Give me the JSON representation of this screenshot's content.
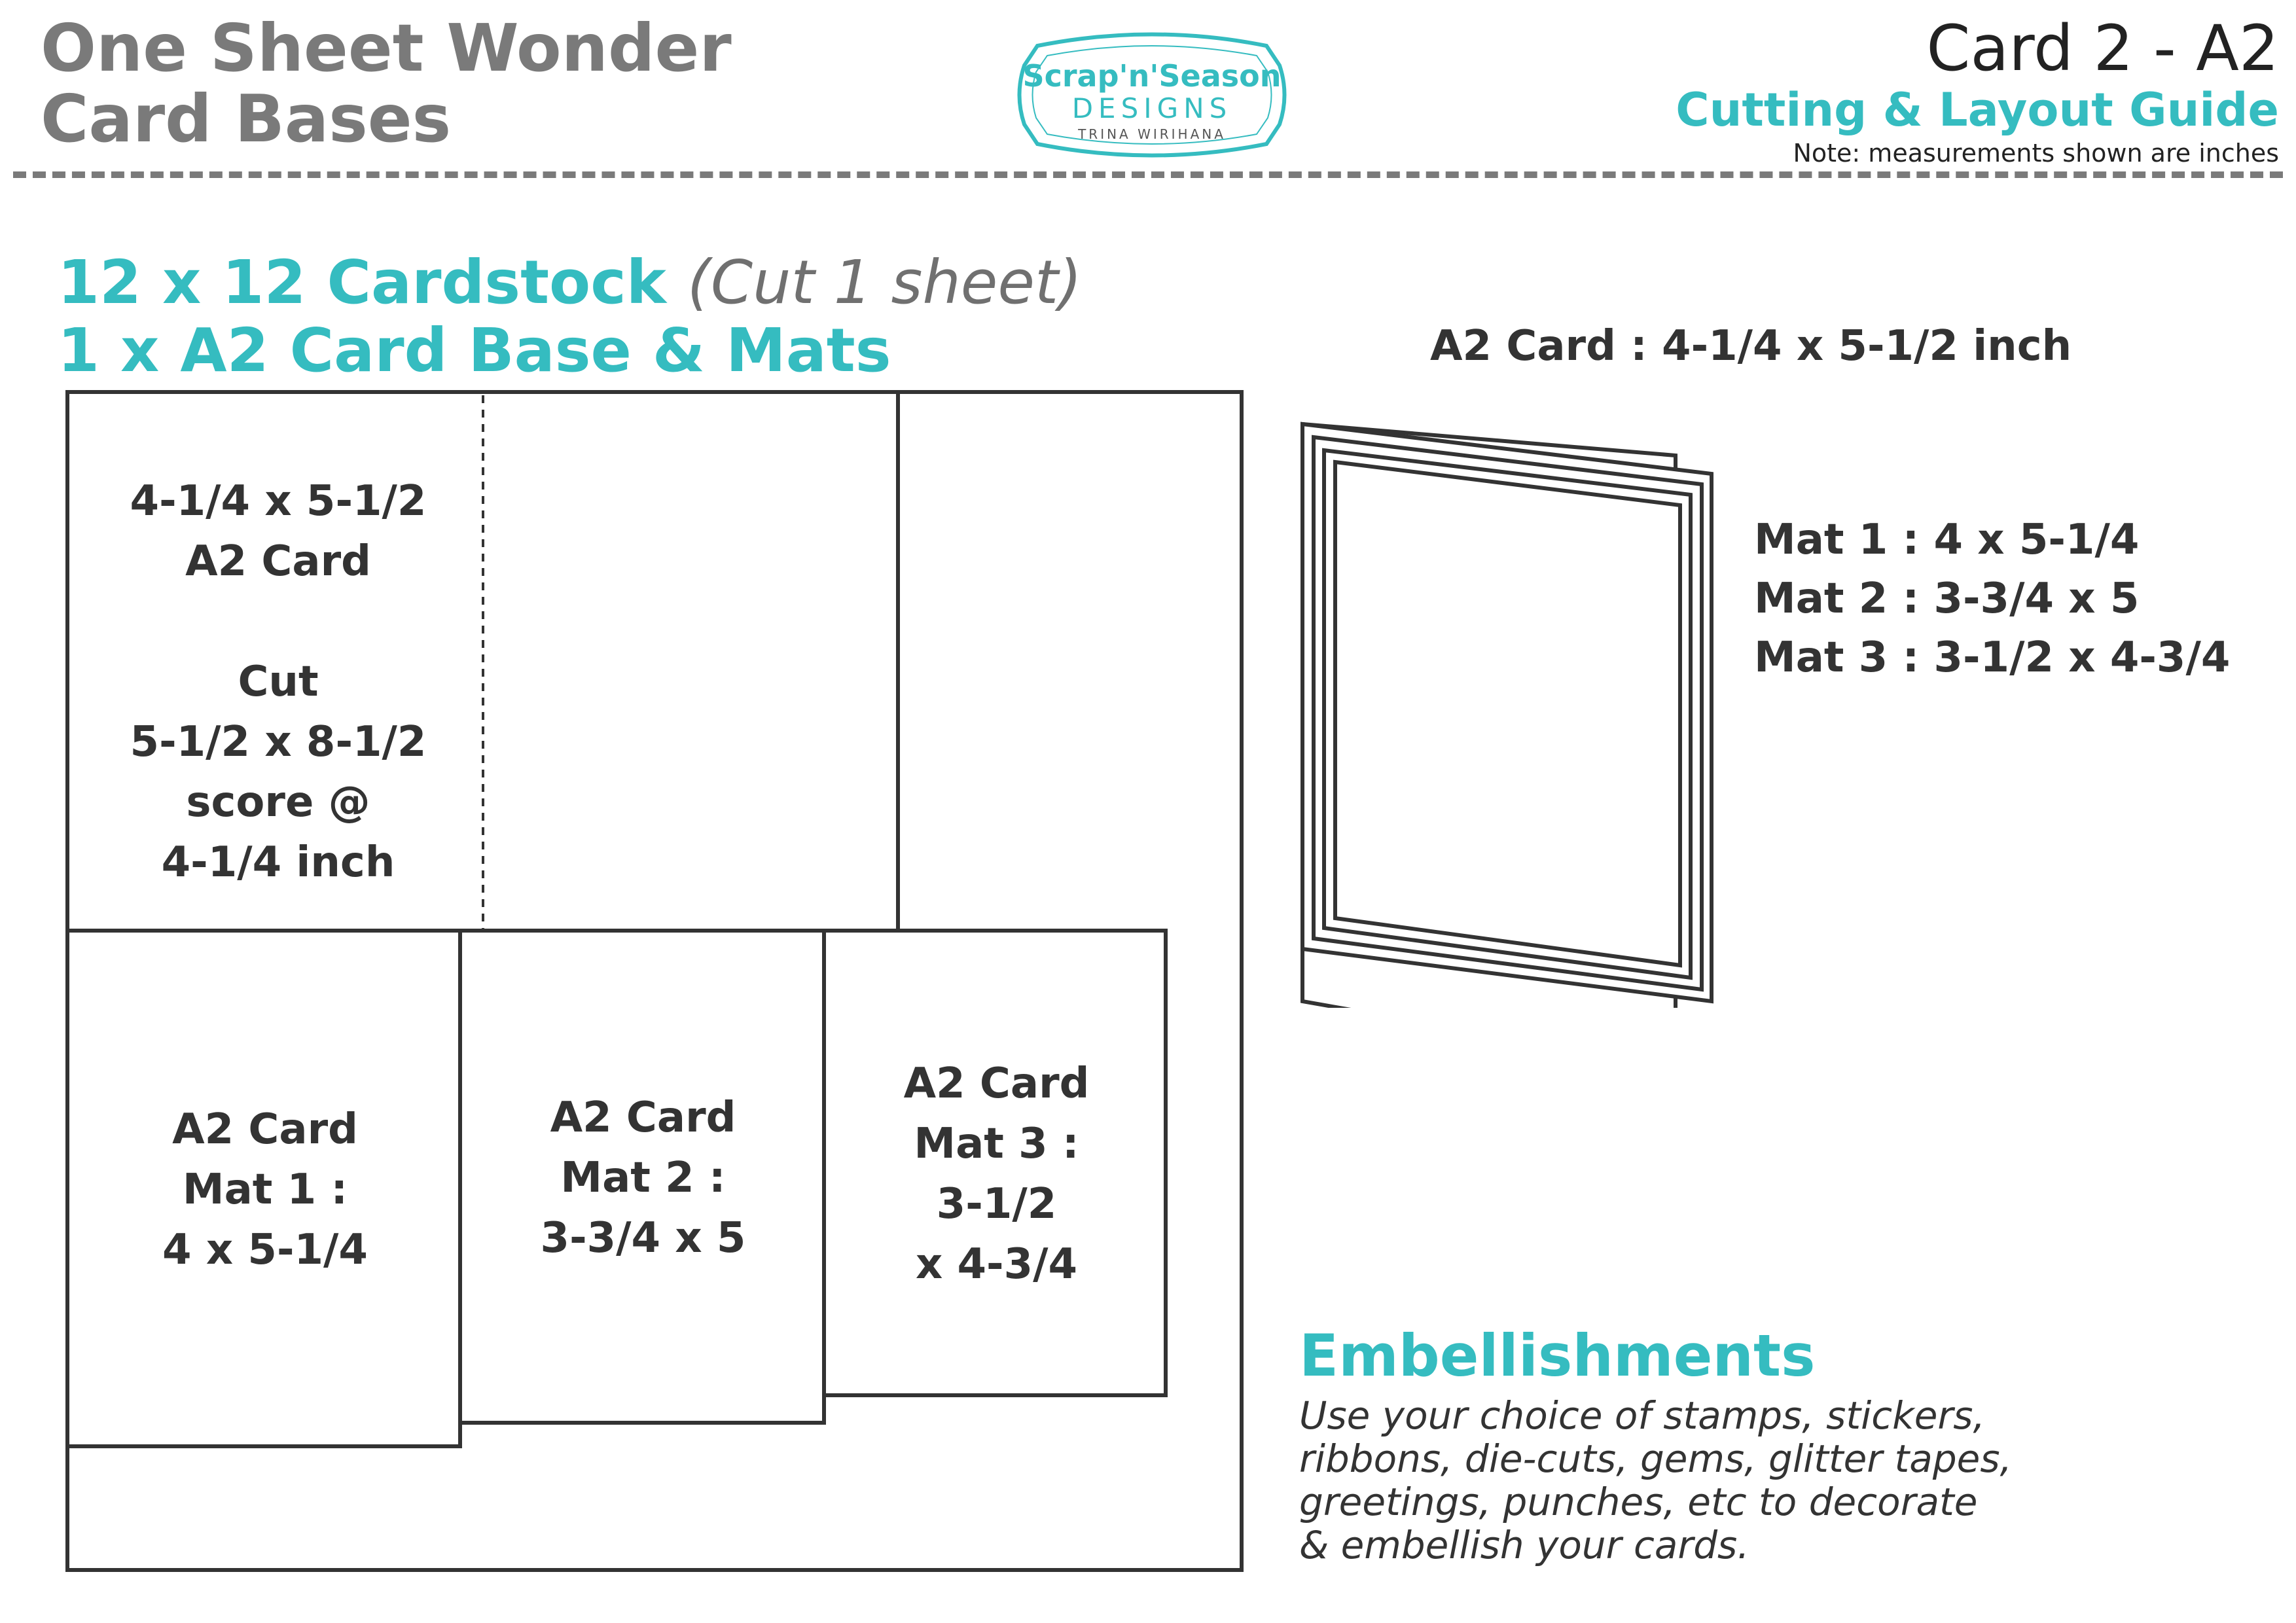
{
  "header": {
    "title_line1": "One Sheet Wonder",
    "title_line2": "Card Bases",
    "card_label": "Card 2 - A2",
    "guide_label": "Cutting & Layout Guide",
    "note": "Note: measurements shown are inches"
  },
  "logo": {
    "line1": "Scrap'n'Season",
    "line2": "DESIGNS",
    "line3": "TRINA WIRIHANA",
    "accent": "#35bcc0"
  },
  "sheet": {
    "title_main": "12 x 12 Cardstock",
    "title_note": "(Cut 1 sheet)",
    "subtitle": "1 x A2 Card Base & Mats",
    "card_base_label": "4-1/4 x 5-1/2\nA2 Card\n\nCut\n5-1/2 x 8-1/2\nscore @\n4-1/4 inch",
    "mat1_label": "A2 Card\nMat 1 :\n4 x 5-1/4",
    "mat2_label": "A2 Card\nMat 2 :\n3-3/4 x 5",
    "mat3_label": "A2 Card\nMat 3 :\n3-1/2\nx 4-3/4"
  },
  "illustration": {
    "card_title": "A2 Card : 4-1/4 x 5-1/2 inch",
    "mats": [
      "Mat 1 : 4 x 5-1/4",
      "Mat 2 : 3-3/4 x 5",
      "Mat 3 : 3-1/2 x 4-3/4"
    ]
  },
  "embellishments": {
    "title": "Embellishments",
    "lines": [
      "Use your choice of stamps, stickers,",
      "ribbons, die-cuts, gems, glitter tapes,",
      "greetings, punches, etc to decorate",
      "& embellish your cards."
    ]
  },
  "colors": {
    "accent": "#35bcc0",
    "gray": "#7a7a7a",
    "text": "#333333"
  }
}
